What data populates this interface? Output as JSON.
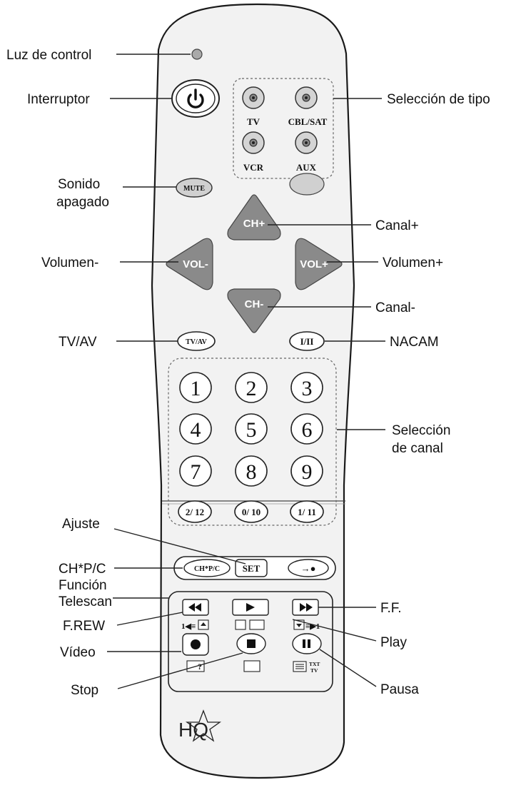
{
  "labels": {
    "luz_de_control": "Luz de control",
    "interruptor": "Interruptor",
    "seleccion_de_tipo": "Selección de tipo",
    "sonido_line1": "Sonido",
    "sonido_line2": "apagado",
    "canal_plus": "Canal+",
    "volumen_minus": "Volumen-",
    "volumen_plus": "Volumen+",
    "canal_minus": "Canal-",
    "tv_av": "TV/AV",
    "nacam": "NACAM",
    "seleccion_canal_line1": "Selección",
    "seleccion_canal_line2": "de canal",
    "ajuste": "Ajuste",
    "ch_p_c": "CH*P/C",
    "funcion_line1": "Función",
    "funcion_line2": "Telescan",
    "ff": "F.F.",
    "frew": "F.REW",
    "play": "Play",
    "video": "Vídeo",
    "stop": "Stop",
    "pausa": "Pausa"
  },
  "remote": {
    "mode_buttons": [
      "TV",
      "CBL/SAT",
      "VCR",
      "AUX"
    ],
    "mute": "MUTE",
    "ch_plus": "CH+",
    "ch_minus": "CH-",
    "vol_minus": "VOL-",
    "vol_plus": "VOL+",
    "tvav": "TV/AV",
    "i_ii": "I/II",
    "digits": [
      "1",
      "2",
      "3",
      "4",
      "5",
      "6",
      "7",
      "8",
      "9"
    ],
    "bottom_row": [
      "2/ 12",
      "0/ 10",
      "1/ 11"
    ],
    "chpc": "CH*P/C",
    "set": "SET",
    "arrow_dot": "→●",
    "sub_labels": {
      "rew": "1◀≡",
      "txt": "TXT",
      "tv": "TV"
    },
    "logo": "HQ"
  }
}
